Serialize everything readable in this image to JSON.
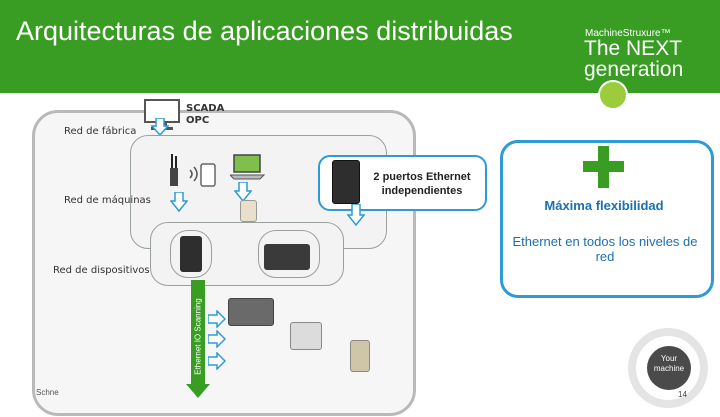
{
  "header": {
    "title": "Arquitecturas de aplicaciones distribuidas",
    "brand_small": "MachineStruxure™",
    "brand_big": "The NEXT generation"
  },
  "diagram": {
    "scada_label": "SCADA\nOPC",
    "factory_network": "Red de fábrica",
    "machine_network": "Red de máquinas",
    "device_network": "Red de dispositivos",
    "bus_label": "Ethernet IO Scanning",
    "dual_ethernet_note": "2 puertos Ethernet independientes",
    "footer_left": "Schne"
  },
  "benefits": {
    "headline": "Máxima flexibilidad",
    "detail": "Ethernet en todos los niveles de red"
  },
  "badge": {
    "text": "Your machine",
    "page_number": "14"
  },
  "colors": {
    "brand_green": "#3a9d23",
    "accent_blue": "#2e9ad6",
    "text_blue": "#1c6fb2"
  }
}
